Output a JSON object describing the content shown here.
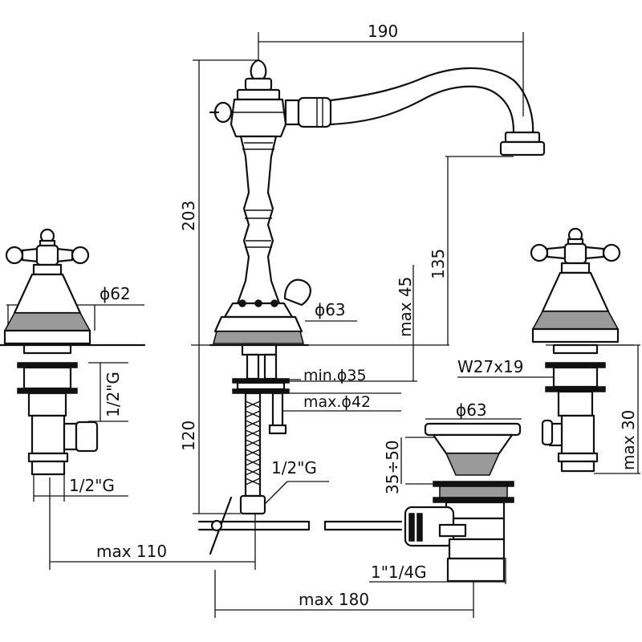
{
  "dimensions": {
    "spout_reach": "190",
    "total_height": "203",
    "spout_height": "135",
    "deck_thickness_max": "max 45",
    "base_diameter": "ϕ63",
    "hole_min": "min.ϕ35",
    "hole_max": "max.ϕ42",
    "tail_length": "120",
    "hose_connection": "1/2\"G",
    "left_handle_diameter": "ϕ62",
    "left_thread": "1/2\"G",
    "left_outlet_thread": "1/2\"G",
    "right_thread": "W27x19",
    "right_thickness_max": "max 30",
    "waste_diameter": "ϕ63",
    "waste_range": "35÷50",
    "waste_thread": "1\"1/4G",
    "spread_min": "max 110",
    "spread_max": "max 180"
  }
}
